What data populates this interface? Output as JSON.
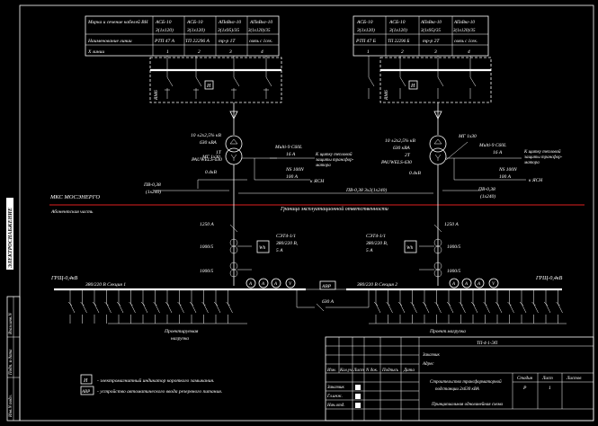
{
  "colors": {
    "background": "#000000",
    "lines": "#ffffff",
    "boundary": "#e02020"
  },
  "cable_table_left": {
    "row_labels": [
      "Марка и сечение кабелей ВН",
      "Наименование линии",
      "Х линии"
    ],
    "columns": [
      {
        "brand_1": "АСБ-10",
        "brand_2": "3(1х120)",
        "line": "РТП 47 А",
        "num": "1"
      },
      {
        "brand_1": "АСБ-10",
        "brand_2": "3(1х120)",
        "line": "ТП 22296 А",
        "num": "2"
      },
      {
        "brand_1": "АПвВнг-10",
        "brand_2": "3(1х95)/35",
        "line": "тр-р 1Т",
        "num": "3"
      },
      {
        "brand_1": "АПвВнг-10",
        "brand_2": "3(1х120)/35",
        "line": "связь с 1сек.",
        "num": "4"
      }
    ]
  },
  "cable_table_right": {
    "columns": [
      {
        "brand_1": "АСБ-10",
        "brand_2": "3(1х120)",
        "line": "РТП 47 Б",
        "num": "1"
      },
      {
        "brand_1": "АСБ-10",
        "brand_2": "3(1х120)",
        "line": "ТП 22296 Б",
        "num": "2"
      },
      {
        "brand_1": "АПвВнг-10",
        "brand_2": "3(1х95)/35",
        "line": "тр-р 2Т",
        "num": "3"
      },
      {
        "brand_1": "АПвВнг-10",
        "brand_2": "3(1х120)/35",
        "line": "связь с 1сек.",
        "num": "4"
      }
    ]
  },
  "rmu_left": "RM6",
  "rmu_right": "RM6",
  "indicator_label": "И",
  "transformer_left": {
    "ratio": "10 ±2х2,5% кВ",
    "power": "630 кВА",
    "name": "1Т",
    "make": "PAUWELS-630",
    "voltage_out": "0.4кВ",
    "arrester": "МГ 1х30"
  },
  "transformer_right": {
    "ratio": "10 ±2х2,5% кВ",
    "power": "630 кВА",
    "name": "2Т",
    "make": "PAUWELS-630",
    "voltage_out": "0.4кВ",
    "arrester": "МГ 1х30"
  },
  "aux_left": {
    "breaker": "Multi-9 С60L",
    "breaker_current": "16 А",
    "aux_desc_1": "К щитку тепловой",
    "aux_desc_2": "защиты трансфор-",
    "aux_desc_3": "матора",
    "ns": "NS 100N",
    "ns_current": "100 А",
    "ysn": "к ЯСН"
  },
  "aux_right": {
    "breaker": "Multi-9 С60L",
    "breaker_current": "16 А",
    "aux_desc_1": "К щитку тепловой",
    "aux_desc_2": "защиты трансфор-",
    "aux_desc_3": "матора",
    "ns": "NS 100N",
    "ns_current": "100 А",
    "ysn": "к ЯСН"
  },
  "cable_lv_left": {
    "label": "ПВ-0,38",
    "spec": "(1х240)"
  },
  "cable_lv_right": {
    "label": "ПВ-0,38",
    "spec": "(1х240)"
  },
  "cable_lv_mid": "ПВ-0,38 3х2(1х240)",
  "owner_mks": "МКС МОСЭНЕРГО",
  "owner_sub": "Абонентская часть",
  "boundary_label": "Граница эксплуатационной ответственности",
  "breaker_main_left": "1250 А",
  "breaker_main_right": "1250 А",
  "ct_left_1": "1000/5",
  "ct_left_2": "1000/5",
  "ct_right_1": "1000/5",
  "ct_right_2": "1000/5",
  "meter_left": {
    "label": "Wh",
    "name": "СЭТ4-1/1",
    "voltage": "380/220 В,",
    "current": "5 А"
  },
  "meter_right": {
    "label": "Wh",
    "name": "СЭТ4-1/1",
    "voltage": "380/220 В,",
    "current": "5 А"
  },
  "ammeter": "A",
  "voltmeter": "V",
  "switchboard_left": "ГРЩ-0,4кВ",
  "switchboard_right": "ГРЩ-0,4кВ",
  "section_left": "380/220 В  Секция 1",
  "section_right": "380/220 В  Секция 2",
  "avr_label": "АВР",
  "tie_current": "630 А",
  "load_left_1": "Проектируемая",
  "load_left_2": "нагрузка",
  "load_right": "Проект.нагрузка",
  "legend": [
    {
      "symbol": "И",
      "text": "- электромагнитный индикатор короткого замыкания."
    },
    {
      "symbol": "АВР",
      "text": "- устройство автоматического ввода резервного питания."
    }
  ],
  "stamp": {
    "code": "ТП-4-1-ЭП",
    "header_cols": [
      "Изм.",
      "Кол.уч.",
      "Лист",
      "N док.",
      "Подпись",
      "Дата"
    ],
    "roles": [
      "Заказчик",
      "Гл.инж.",
      "Нач.отд."
    ],
    "obj_1": "Заказчик",
    "obj_2": "Адрес",
    "title_1": "Строительство трансформаторной",
    "title_2": "подстанции 2х630 кВА",
    "stage_headers": [
      "Стадия",
      "Лист",
      "Листов"
    ],
    "stage_values": [
      "Р",
      "1",
      ""
    ],
    "sheet_title": "Принципиальная однолинейная схема"
  },
  "side_stamp": [
    "Взам.инв.N",
    "Подп. и дата",
    "Инв.N подл."
  ],
  "side_tag": "ЭЛЕКТРОСНАБЖЕНИЕ"
}
